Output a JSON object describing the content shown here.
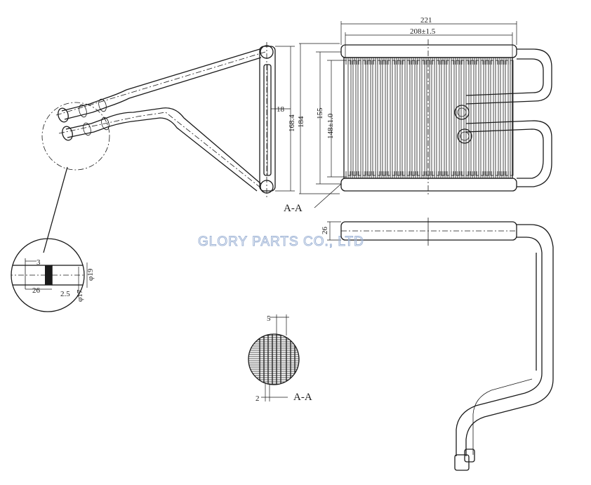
{
  "watermark": "GLORY  PARTS  CO.,  LTD",
  "dimensions": {
    "overall_width": "221",
    "core_width": "208±1.5",
    "height_outer": "184",
    "height_side": "168.4",
    "height_core": "155",
    "height_core_tol": "148±1.0",
    "side_depth": "18",
    "thickness": "26",
    "pipe_offset": "3",
    "pipe_length": "26",
    "pipe_wall": "2.5",
    "pipe_od": "φ19",
    "pipe_id": "φ17",
    "fin_pitch": "5",
    "fin_gap": "2"
  },
  "section_labels": {
    "main": "A-A",
    "detail": "A-A"
  }
}
